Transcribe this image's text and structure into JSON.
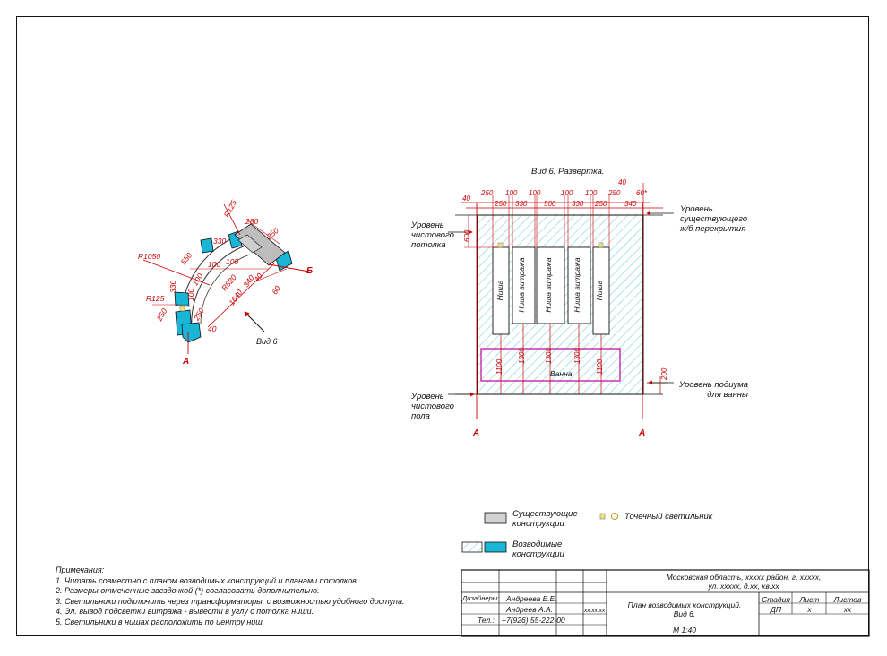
{
  "view_title": "Вид 6. Развертка.",
  "plan": {
    "radii": [
      "R1050",
      "R125",
      "R125",
      "R820"
    ],
    "dims": [
      "280",
      "250",
      "330",
      "100",
      "550",
      "100",
      "100",
      "330",
      "100",
      "250",
      "250",
      "1640",
      "340",
      "40",
      "60",
      "40"
    ],
    "marker_a": "А",
    "marker_b": "Б",
    "view_arrow": "Вид 6"
  },
  "elevation": {
    "top_dims": [
      "40",
      "250",
      "250",
      "100",
      "330",
      "100",
      "500",
      "100",
      "330",
      "100",
      "250",
      "250",
      "340",
      "40",
      "60*"
    ],
    "left_dim": "600",
    "right_dim": "200",
    "bottom_dims": [
      "1100",
      "1300",
      "1300",
      "1300",
      "1100"
    ],
    "niches": [
      "Ниша",
      "Ниша витража",
      "Ниша витража",
      "Ниша витража",
      "Ниша"
    ],
    "bath_label": "Ванна",
    "marker_a_left": "А",
    "marker_a_right": "А",
    "level_ceiling": "Уровень\nчистового\nпотолка",
    "level_slab": "Уровень\nсуществующего\nж/б перекрытия",
    "level_floor": "Уровень\nчистового\nпола",
    "level_podium": "Уровень подиума\nдля ванны"
  },
  "legend": {
    "existing": "Существующие\nконструкции",
    "new": "Возводимые\nконструкции",
    "spot": "Точечный светильник"
  },
  "notes": {
    "title": "Примечания:",
    "items": [
      "1. Читать совместно с планом возводимых конструкций и планами потолков.",
      "2. Размеры отмеченные звездочкой (*) согласовать дополнительно.",
      "3. Светильники подключить через трансформаторы, с возможностью удобного доступа.",
      "4. Эл. вывод подсветки витража - вывести в углу с потолка ниши.",
      "5. Светильники в нишах расположить по центру ниш."
    ]
  },
  "stamp": {
    "address": "Московская область, ххххх район, г. ххххх,\nул. ххххх, д.хх, кв.хх",
    "designers_label": "Дизайнеры:",
    "designer1": "Андреева Е.Е.",
    "designer2": "Андреев А.А.",
    "date": "хх.хх.хх",
    "phone_label": "Тел.:",
    "phone": "+7(926) 55-222-00",
    "title": "План возводимых конструкций.\nВид 6.",
    "scale": "М  1:40",
    "stage_label": "Стадия",
    "stage": "ДП",
    "sheet_label": "Лист",
    "sheet": "х",
    "sheets_label": "Листов",
    "sheets": "хх"
  },
  "colors": {
    "dimension": "#cc0000",
    "new_construction": "#19b5d6",
    "new_hatch": "#8fd9e4",
    "existing": "#bdbdbd",
    "bath": "#c0009c"
  }
}
